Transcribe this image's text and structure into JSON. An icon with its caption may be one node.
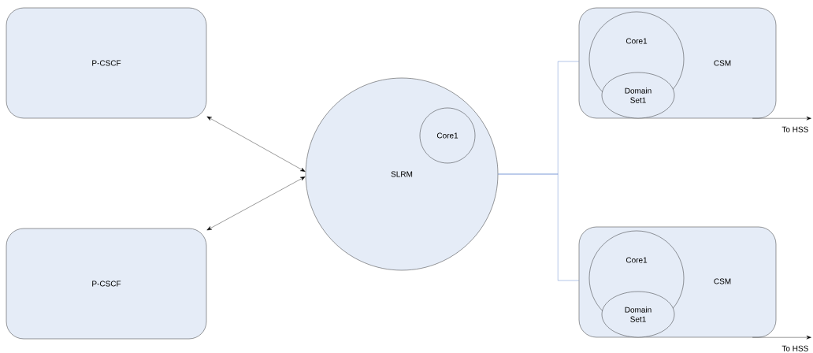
{
  "diagram": {
    "nodes": [
      {
        "text": [
          "P-CSCF"
        ]
      },
      {
        "text": [
          "P-CSCF"
        ]
      },
      {
        "text": [
          "SLRM"
        ]
      },
      {
        "text": [
          "Core1"
        ],
        "in": 2
      },
      {
        "text": [
          "CSM"
        ]
      },
      {
        "text": [
          "Core1"
        ],
        "in": 4
      },
      {
        "text": [
          "Domain Set1"
        ],
        "in": 4
      },
      {
        "text": [
          "CSM"
        ]
      },
      {
        "text": [
          "Core1"
        ],
        "in": 7
      },
      {
        "text": [
          "Domain Set1"
        ],
        "in": 7
      }
    ],
    "edges": [
      {
        "from": 0,
        "to": 2,
        "arrow": "both"
      },
      {
        "from": 1,
        "to": 2,
        "arrow": "both"
      },
      {
        "from": 2,
        "to": 4,
        "arrow": "none",
        "color": "#4472c4"
      },
      {
        "from": 2,
        "to": 7,
        "arrow": "none",
        "color": "#4472c4"
      },
      {
        "from": 4,
        "to": null,
        "arrow": "to",
        "label": "To HSS"
      },
      {
        "from": 7,
        "to": null,
        "arrow": "to",
        "label": "To HSS"
      }
    ]
  }
}
